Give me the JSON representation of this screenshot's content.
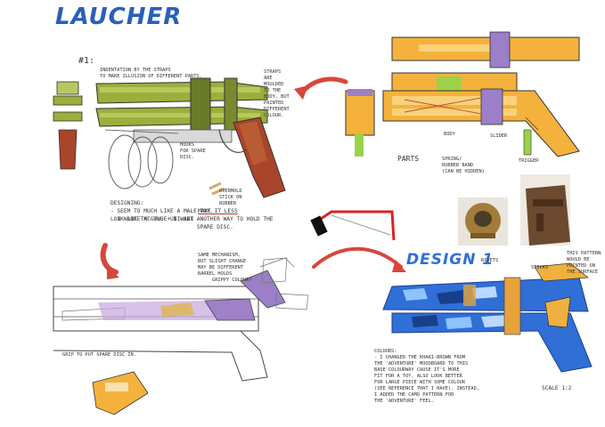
{
  "title": "LAUCHER",
  "section_number": "#1:",
  "design_title": "DESIGN 1",
  "annotations": {
    "indentation": "INDENTATION BY THE STRAPS\nTO MAKE ILLUSION OF DIFFERENT PARTS.",
    "straps": "STRAPS\nARE\nMOULDED\nTO THE\nBODY, BUT\nPAINTED\nDIFFERENT\nCOLOUR.",
    "hooks": "HOOKS\nFOR SPARE\nDISC.",
    "overmold": "OVERMOLD\nSTICK ON\nRUBBER",
    "body": "BODY",
    "slider": "SLIDER",
    "parts": "PARTS",
    "spring": "SPRING/\nRUBBER BAND\n(CAN BE HIDDEN)",
    "trigger": "TRIGGER",
    "designing": "DESIGNING:\n- SEEM TO MUCH LIKE A MALE TOY.\n  I WANT THE TUBE UNI-SEX",
    "designing_underline": "MAKE IT LESS",
    "designing_more": "LOOK LIKE A GUN  + I WANT ANOTHER WAY TO HOLD THE\n                          SPARE DISC.",
    "same_mechanism": "SAME MECHANISM,\nBUT SLIGHT CHANGE\nMAY BE DIFFERENT\nBARREL HOLDS",
    "grip_colour": "GRIPPY COLOUR?",
    "grip_slot": "GRIP TO PUT SPARE DISC IN.",
    "rivets": "RIVETS",
    "sticks": "STICKS",
    "tail_pattern": "THIS PATTERN\nWOULD BE\nPRINTED ON\nTHE SURFACE",
    "colours": "COLOURS:\n- I CHANGED THE KHAKI-BROWN FROM\nTHE 'ADVENTURE' MOODBOARD TO THIS\nBASE COLOURWAY CAUSE IT'S MORE\nFIT FOR A TOY. ALSO LOOK BETTER\nFOR LARGE PIECE WITH SOME COLOUR\n(SEE REFERENCE THAT I HAVE). INSTEAD,\nI ADDED THE CAMO PATTERN FOR\nTHE 'ADVENTURE' FEEL.",
    "scale": "SCALE 1:2"
  },
  "colors": {
    "title_blue": "#2b5fb8",
    "olive": "#9aaf3c",
    "orange": "#f4b23c",
    "purple": "#9b7fc8",
    "wood": "#a8452a",
    "red_arrow": "#d9463c",
    "blue_body": "#2f6fd6"
  }
}
